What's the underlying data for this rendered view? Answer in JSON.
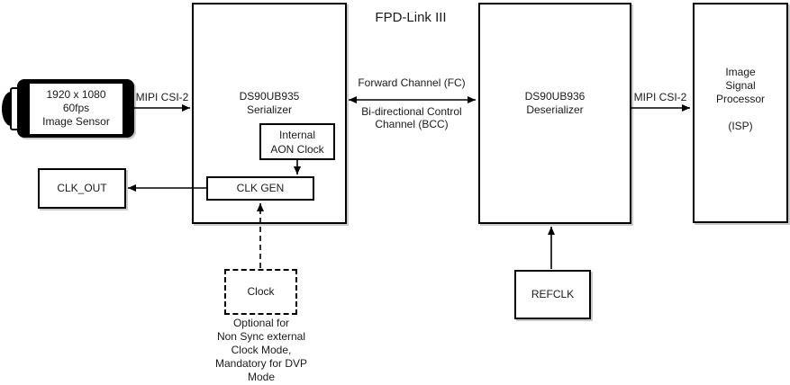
{
  "diagram": {
    "title": "FPD-Link III",
    "sensor": {
      "line1": "1920 x 1080",
      "line2": "60fps",
      "line3": "Image Sensor"
    },
    "serializer": {
      "name": "DS90UB935",
      "role": "Serializer",
      "aon_line1": "Internal",
      "aon_line2": "AON Clock",
      "clk_gen": "CLK GEN"
    },
    "deserializer": {
      "name": "DS90UB936",
      "role": "Deserializer"
    },
    "isp": {
      "line1": "Image",
      "line2": "Signal",
      "line3": "Processor",
      "abbrev": "(ISP)"
    },
    "clk_out": "CLK_OUT",
    "external_clock": {
      "label": "Clock",
      "note_line1": "Optional for",
      "note_line2": "Non Sync external",
      "note_line3": "Clock Mode,",
      "note_line4": "Mandatory for DVP",
      "note_line5": "Mode"
    },
    "refclk": "REFCLK",
    "links": {
      "mipi_left": "MIPI CSI-2",
      "mipi_right": "MIPI CSI-2",
      "forward_channel": "Forward Channel (FC)",
      "bcc_line1": "Bi-directional Control",
      "bcc_line2": "Channel (BCC)"
    },
    "colors": {
      "line": "#000000",
      "background": "#ffffff"
    }
  }
}
